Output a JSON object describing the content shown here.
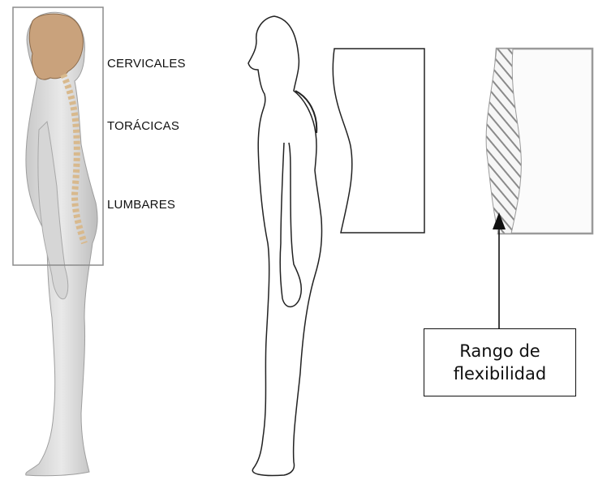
{
  "labels": {
    "cervicales": "CERVICALES",
    "toracicas": "TORÁCICAS",
    "lumbares": "LUMBARES"
  },
  "callout": {
    "line1": "Rango de",
    "line2": "flexibilidad"
  }
}
